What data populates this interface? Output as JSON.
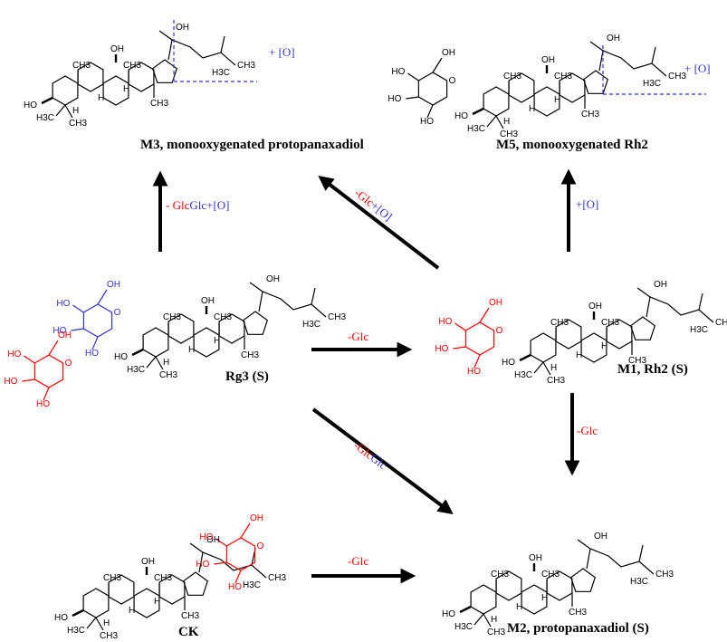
{
  "colors": {
    "black": "#000000",
    "red": "#ff0000",
    "blue": "#3333cc"
  },
  "compounds": {
    "m3": {
      "label": "M3, monooxygenated protopanaxadiol",
      "side_note": "+ [O]"
    },
    "m5": {
      "label": "M5, monooxygenated Rh2",
      "side_note": "+ [O]"
    },
    "rg3": {
      "label": "Rg3 (S)"
    },
    "m1": {
      "label": "M1, Rh2 (S)"
    },
    "ck": {
      "label": "CK"
    },
    "m2": {
      "label": "M2, protopanaxadiol (S)"
    }
  },
  "reactions": {
    "rg3_to_m3": {
      "part1": "- Glc",
      "part2": "Glc+[O]"
    },
    "rg3_to_m1": {
      "text": "-Glc"
    },
    "rg3_to_m2": {
      "part1": "-Glc",
      "part2": "Glc"
    },
    "m1_to_m3": {
      "part1": "-Glc",
      "part2": "+[O]"
    },
    "m1_to_m5": {
      "text": "+[O]"
    },
    "m1_to_m2": {
      "text": "-Glc"
    },
    "ck_to_m2": {
      "text": "-Glc"
    }
  },
  "atoms": {
    "oh": "OH",
    "ho": "HO",
    "h3c": "H3C",
    "ch3": "CH3",
    "h": "H",
    "o": "O"
  }
}
